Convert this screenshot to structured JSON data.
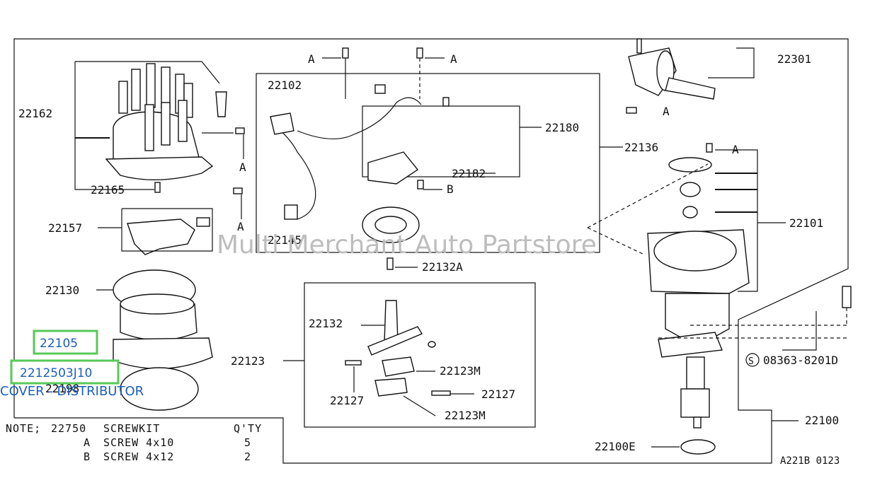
{
  "watermark": "Multi Merchant Auto Partstore",
  "part_labels": {
    "p22162": "22162",
    "p22165": "22165",
    "p22157": "22157",
    "p22130": "22130",
    "p22105": "22105",
    "p2212503J10": "2212503J10",
    "p22198": "22198",
    "p22102": "22102",
    "p22145": "22145",
    "p22180": "22180",
    "p22182": "22182",
    "p22136": "22136",
    "p22301": "22301",
    "p22101": "22101",
    "p22132A": "22132A",
    "p22132": "22132",
    "p22123": "22123",
    "p22123M_a": "22123M",
    "p22123M_b": "22123M",
    "p22127_a": "22127",
    "p22127_b": "22127",
    "p08363": "08363-8201D",
    "p22100": "22100",
    "p22100E": "22100E",
    "screw_letters": {
      "A": "A",
      "B": "B"
    }
  },
  "highlights": {
    "box1": "22105",
    "box2": "2212503J10",
    "caption": "COVER - DISTRIBUTOR"
  },
  "note": {
    "prefix": "NOTE;",
    "kit_code": "22750",
    "kit_name": "SCREWKIT",
    "qty_header": "Q'TY",
    "rows": [
      {
        "letter": "A",
        "desc": "SCREW 4x10",
        "qty": "5"
      },
      {
        "letter": "B",
        "desc": "SCREW 4x12",
        "qty": "2"
      }
    ]
  },
  "figure_code": "A221B 0123"
}
